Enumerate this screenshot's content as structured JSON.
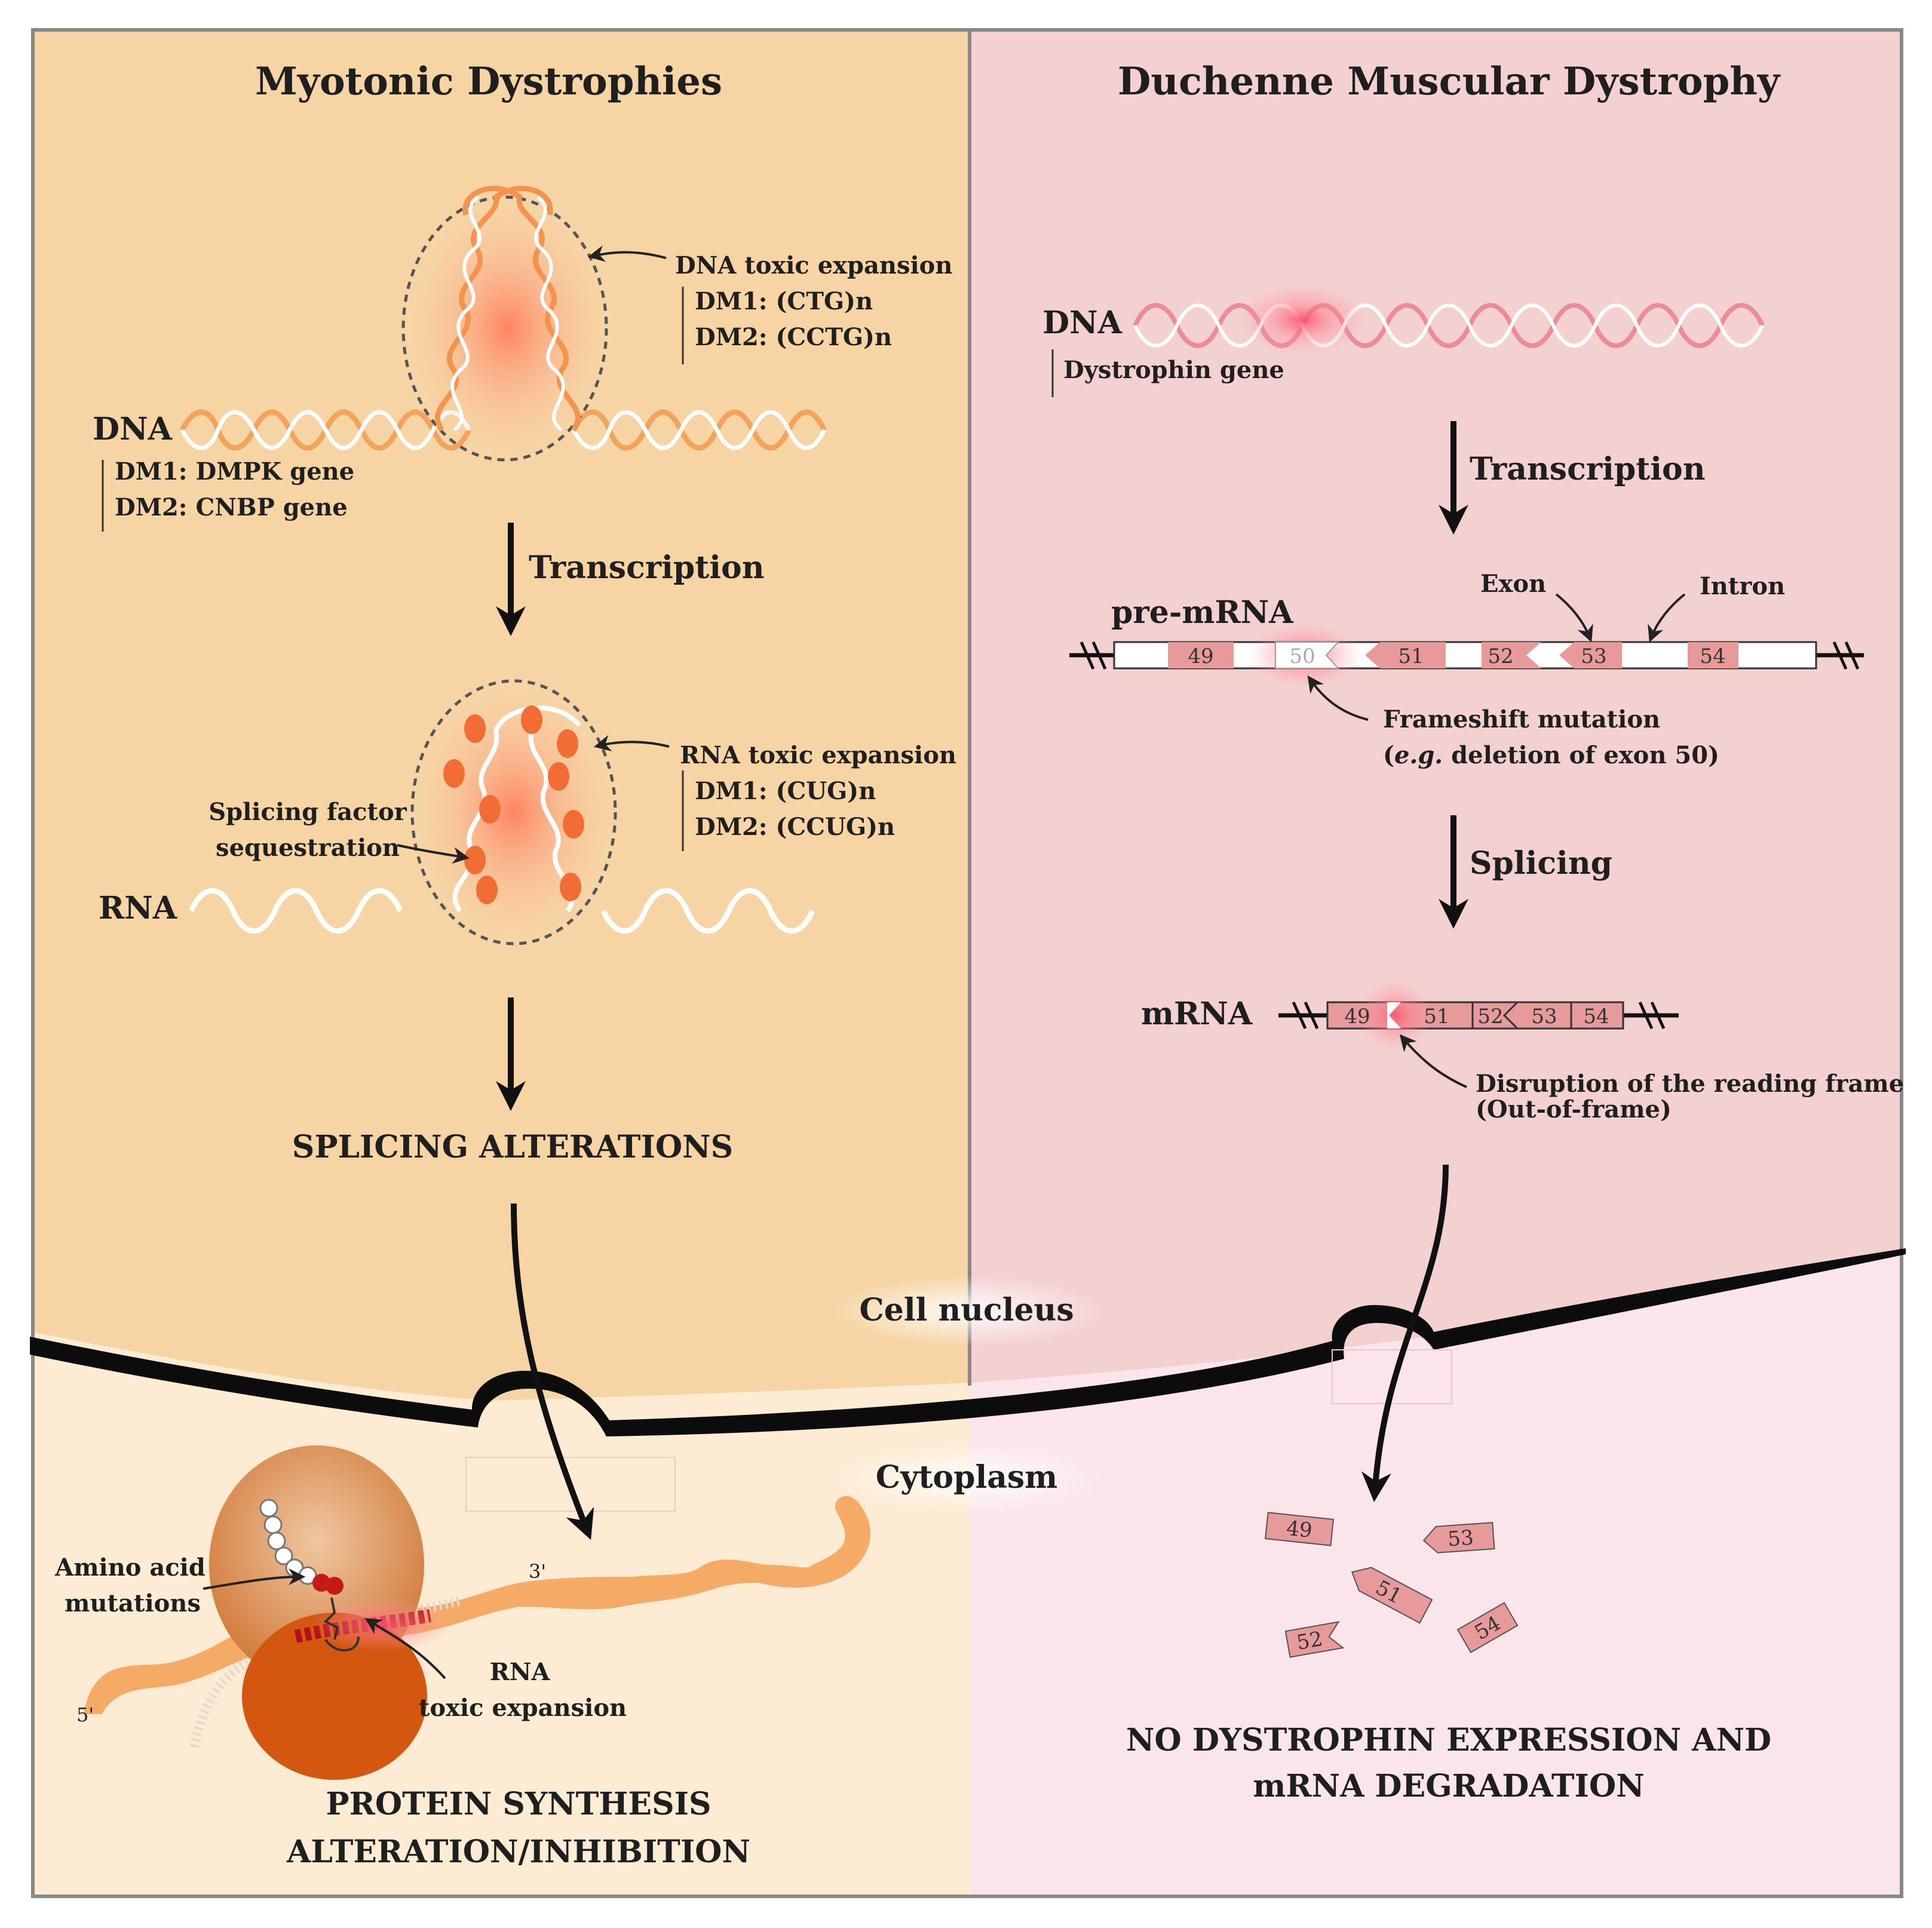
{
  "left_panel": {
    "title": "Myotonic Dystrophies",
    "dna_label": "DNA",
    "dna_genes": [
      "DM1: DMPK gene",
      "DM2: CNBP gene"
    ],
    "dna_expansion_title": "DNA toxic expansion",
    "dna_expansion_items": [
      "DM1: (CTG)n",
      "DM2: (CCTG)n"
    ],
    "transcription_label": "Transcription",
    "rna_label": "RNA",
    "rna_expansion_title": "RNA toxic expansion",
    "rna_expansion_items": [
      "DM1: (CUG)n",
      "DM2: (CCUG)n"
    ],
    "splicing_factor_lines": [
      "Splicing factor",
      "sequestration"
    ],
    "splicing_alterations": "SPLICING ALTERATIONS",
    "amino_acid_lines": [
      "Amino acid",
      "mutations"
    ],
    "rna_toxic_lines": [
      "RNA",
      "toxic expansion"
    ],
    "three_prime": "3'",
    "five_prime": "5'",
    "outcome_lines": [
      "PROTEIN SYNTHESIS",
      "ALTERATION/INHIBITION"
    ]
  },
  "right_panel": {
    "title": "Duchenne Muscular Dystrophy",
    "dna_label": "DNA",
    "dna_gene": "Dystrophin gene",
    "transcription_label": "Transcription",
    "premrna_label": "pre-mRNA",
    "exon_label": "Exon",
    "intron_label": "Intron",
    "premrna_exons": [
      "49",
      "50",
      "51",
      "52",
      "53",
      "54"
    ],
    "frameshift_line1": "Frameshift mutation",
    "frameshift_line2_prefix": "(",
    "frameshift_line2_italic": "e.g.",
    "frameshift_line2_rest": " deletion of exon 50)",
    "splicing_label": "Splicing",
    "mrna_label": "mRNA",
    "mrna_exons": [
      "49",
      "51",
      "52",
      "53",
      "54"
    ],
    "disruption_lines": [
      "Disruption of the reading frame",
      "(Out-of-frame)"
    ],
    "fragments": [
      "49",
      "53",
      "51",
      "52",
      "54"
    ],
    "outcome_lines": [
      "NO DYSTROPHIN EXPRESSION AND",
      "mRNA DEGRADATION"
    ]
  },
  "cell_nucleus_label": "Cell nucleus",
  "cytoplasm_label": "Cytoplasm",
  "colors": {
    "left_nucleus": "#f6d4a4",
    "left_cytoplasm": "#fdebd3",
    "right_nucleus": "#f4d1d1",
    "right_cytoplasm": "#fae6ea",
    "dna_orange": "#f4a45a",
    "dna_pink": "#ec8c96",
    "exon_fill": "#e89a9a",
    "blob_orange": "#f26d33",
    "ribosome_large": "#dd8a52",
    "ribosome_small": "#d4570f",
    "border": "#888888"
  }
}
